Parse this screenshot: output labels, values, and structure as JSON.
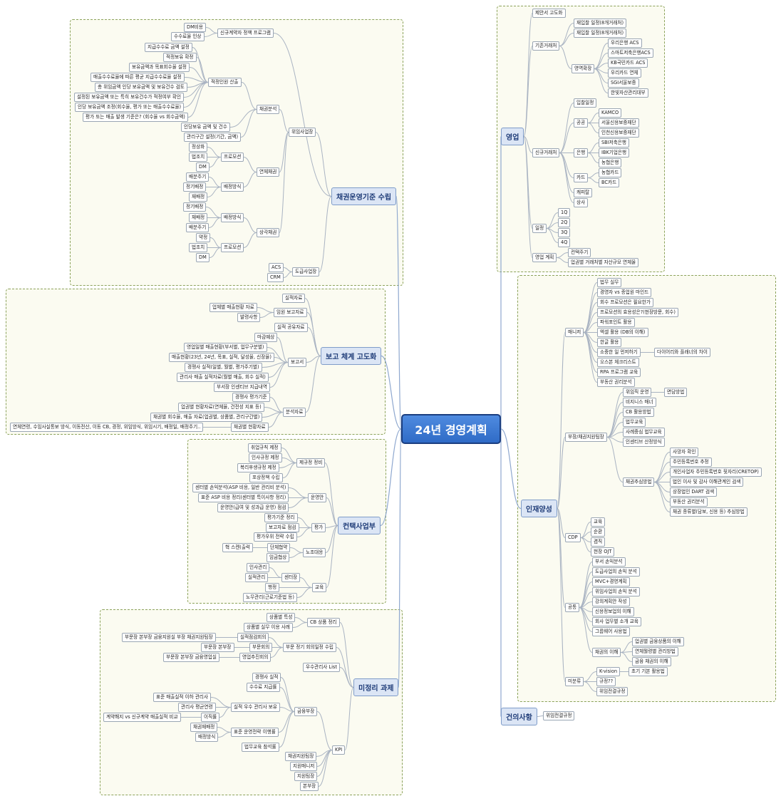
{
  "root": "24년 경영계획",
  "branches": [
    {
      "label": "채권운영기준 수립",
      "children": [
        {
          "label": "신규계약자 정책 프로그램",
          "children": [
            {
              "label": "DM비용"
            },
            {
              "label": "수수료율 인상"
            }
          ]
        },
        {
          "label": "위임사업장",
          "children": [
            {
              "label": "채권분석",
              "children": [
                {
                  "label": "적정인원 산출",
                  "children": [
                    {
                      "label": "지급수수료 금액 설정"
                    },
                    {
                      "label": "적정보유 확정"
                    },
                    {
                      "label": "보유금액과 목표회수율 설정"
                    },
                    {
                      "label": "매출수수료율에 따른 평균 지급수수료율 설정"
                    },
                    {
                      "label": "총 위임금액 인당 보유금액 및 보유건수 검토"
                    },
                    {
                      "label": "설정된 보유금액 또는 특히 보유건수가 적정여부 확인"
                    },
                    {
                      "label": "인당 보유금액 조정(회수율, 평가 또는 매출수수료율)"
                    },
                    {
                      "label": "평가 또는 매출 발생 기준은? (회수율 vs 회수금액)"
                    }
                  ]
                },
                {
                  "label": "인당보유 금액 및 건수"
                },
                {
                  "label": "관리구간 설정(기간, 금액)"
                }
              ]
            },
            {
              "label": "연체채권",
              "children": [
                {
                  "label": "프로모션",
                  "children": [
                    {
                      "label": "정상화"
                    },
                    {
                      "label": "법조치"
                    },
                    {
                      "label": "DM"
                    }
                  ]
                },
                {
                  "label": "배정방식",
                  "children": [
                    {
                      "label": "배분주기"
                    },
                    {
                      "label": "정기배정"
                    },
                    {
                      "label": "재배정"
                    }
                  ]
                }
              ]
            },
            {
              "label": "상각채권",
              "children": [
                {
                  "label": "배정방식",
                  "children": [
                    {
                      "label": "정기배정"
                    },
                    {
                      "label": "재배정"
                    },
                    {
                      "label": "배분주기"
                    }
                  ]
                },
                {
                  "label": "프로모션",
                  "children": [
                    {
                      "label": "약정"
                    },
                    {
                      "label": "법조치"
                    },
                    {
                      "label": "DM"
                    }
                  ]
                }
              ]
            }
          ]
        },
        {
          "label": "도급사업장",
          "children": [
            {
              "label": "ACS"
            },
            {
              "label": "CRM"
            }
          ]
        }
      ]
    },
    {
      "label": "보고 체계 고도화",
      "children": [
        {
          "label": "실적자료"
        },
        {
          "label": "임원 보고자료",
          "children": [
            {
              "label": "업체별 매출현황 자료"
            },
            {
              "label": "발령사항"
            }
          ]
        },
        {
          "label": "실적 공유자료"
        },
        {
          "label": "보고서",
          "children": [
            {
              "label": "마감예상"
            },
            {
              "label": "영업일별 매출현황(부서별, 업무구분별)"
            },
            {
              "label": "매출현황(23년, 24년, 목표, 실적, 달성율, 신장율)"
            },
            {
              "label": "경쟁사 실적(일별, 월별, 평가주기별)"
            },
            {
              "label": "관리사 매출 실적자료(월별 매출, 회수 실적)"
            },
            {
              "label": "부서장 인센티브 지급내역"
            }
          ]
        },
        {
          "label": "분석자료",
          "children": [
            {
              "label": "경쟁사 평가기준"
            },
            {
              "label": "업권별 현황자료(연체율, 건전성 지표 등)"
            },
            {
              "label": "채권별 회수율, 매출 자료(업권별, 상품별, 관리구간별)"
            },
            {
              "label": "채권별 현황자료",
              "children": [
                {
                  "label": "연체연령, 수임사실통보 방식, 이동전산, 이동 CB, 경정, 위임방식, 위임시기, 배정일, 배정주기.."
                }
              ]
            }
          ]
        }
      ]
    },
    {
      "label": "컨택사업부",
      "children": [
        {
          "label": "제규정 정비",
          "children": [
            {
              "label": "취업규칙 제정"
            },
            {
              "label": "인사규정 제정"
            },
            {
              "label": "복리후생규정 제정"
            },
            {
              "label": "포상정책 수립"
            }
          ]
        },
        {
          "label": "운영안",
          "children": [
            {
              "label": "센터별 손익분석(ASP 비용, 일반 관리비 분석)"
            },
            {
              "label": "표준 ASP 비용 정리(센터별 특이사항 정리)"
            },
            {
              "label": "운영안(급여 및 성과급 운영) 점검"
            }
          ]
        },
        {
          "label": "평가",
          "children": [
            {
              "label": "평가기준 정리"
            },
            {
              "label": "보고자료 점검"
            },
            {
              "label": "평가우위 전략 수립"
            }
          ]
        },
        {
          "label": "노조대응",
          "children": [
            {
              "label": "단체협약",
              "children": [
                {
                  "label": "혁 스켄(출력"
                }
              ]
            },
            {
              "label": "임금협상"
            }
          ]
        },
        {
          "label": "교육",
          "children": [
            {
              "label": "센터장",
              "children": [
                {
                  "label": "인사관리"
                },
                {
                  "label": "실적관리"
                }
              ]
            },
            {
              "label": "행정"
            },
            {
              "label": "노무관리(근로기준법 등)"
            }
          ]
        }
      ]
    },
    {
      "label": "미정리 과제",
      "children": [
        {
          "label": "CB 상품 정리",
          "children": [
            {
              "label": "상품별 특성"
            },
            {
              "label": "상품별 실무 이용 사례"
            }
          ]
        },
        {
          "label": "부문 정기 회의일정 수립",
          "children": [
            {
              "label": "실적점검회의",
              "children": [
                {
                  "label": "부문장 본부장 금융지원실 부장 채권지원팀장"
                }
              ]
            },
            {
              "label": "부문회의",
              "children": [
                {
                  "label": "부문장 본부장"
                }
              ]
            },
            {
              "label": "영업추진회의",
              "children": [
                {
                  "label": "부문장 본부장 금융영업실"
                }
              ]
            }
          ]
        },
        {
          "label": "우수관리사 List"
        },
        {
          "label": "KPI",
          "children": [
            {
              "label": "금융부장",
              "children": [
                {
                  "label": "경쟁사 실적"
                },
                {
                  "label": "수수료 지급률"
                },
                {
                  "label": "실적 우수 관리사 보유",
                  "children": [
                    {
                      "label": "표준 매출실적 이하 관리사"
                    },
                    {
                      "label": "관리사 평균연령"
                    },
                    {
                      "label": "이직률",
                      "children": [
                        {
                          "label": "계약해지 vs 신규계약 매출실적 비교"
                        }
                      ]
                    }
                  ]
                },
                {
                  "label": "표준 운영전략 이행률",
                  "children": [
                    {
                      "label": "채권재배정"
                    },
                    {
                      "label": "배정방식"
                    }
                  ]
                },
                {
                  "label": "법무교육 참석률"
                }
              ]
            },
            {
              "label": "채권지원팀장"
            },
            {
              "label": "지원매니저"
            },
            {
              "label": "지원팀장"
            },
            {
              "label": "본부장"
            }
          ]
        }
      ]
    },
    {
      "label": "영업",
      "children": [
        {
          "label": "제안서 고도화"
        },
        {
          "label": "기존거래처",
          "children": [
            {
              "label": "재입찰 일정(8개거래처)"
            },
            {
              "label": "재입찰 일정(8개거래처)"
            },
            {
              "label": "영역확장",
              "children": [
                {
                  "label": "우리은행 ACS"
                },
                {
                  "label": "스마트저축은행ACS"
                },
                {
                  "label": "KB국민카드 ACS"
                },
                {
                  "label": "우리카드 연체"
                },
                {
                  "label": "SGI서울보증"
                },
                {
                  "label": "한빛자산관리대부"
                }
              ]
            }
          ]
        },
        {
          "label": "신규거래처",
          "children": [
            {
              "label": "입찰일정"
            },
            {
              "label": "공공",
              "children": [
                {
                  "label": "KAMCO"
                },
                {
                  "label": "서울신용보증재단"
                },
                {
                  "label": "인천신용보증재단"
                }
              ]
            },
            {
              "label": "은행",
              "children": [
                {
                  "label": "SBI저축은행"
                },
                {
                  "label": "IBK기업은행"
                },
                {
                  "label": "농협은행"
                }
              ]
            },
            {
              "label": "카드",
              "children": [
                {
                  "label": "농협카드"
                },
                {
                  "label": "BC카드"
                }
              ]
            },
            {
              "label": "캐피탈"
            },
            {
              "label": "상사"
            }
          ]
        },
        {
          "label": "일정",
          "children": [
            {
              "label": "1Q"
            },
            {
              "label": "2Q"
            },
            {
              "label": "3Q"
            },
            {
              "label": "4Q"
            }
          ]
        },
        {
          "label": "영업 계획",
          "children": [
            {
              "label": "컨택주기"
            },
            {
              "label": "업권별 거래처별 자산규모 연체율"
            }
          ]
        }
      ]
    },
    {
      "label": "인재양성",
      "children": [
        {
          "label": "매니저",
          "children": [
            {
              "label": "법무 실무"
            },
            {
              "label": "경영자 vs 종업원 마인드"
            },
            {
              "label": "회수 프로모션은 필요한가"
            },
            {
              "label": "프로모션의 효용성은?(현장방문, 회수)"
            },
            {
              "label": "파워포인트 활용"
            },
            {
              "label": "엑셀 활용 (DB의 이해)"
            },
            {
              "label": "한글 활용"
            },
            {
              "label": "소중한 일 먼저하기",
              "children": [
                {
                  "label": "다이어리와 플래너의 차이"
                }
              ]
            },
            {
              "label": "오스본 체크리스트"
            },
            {
              "label": "RPA 프로그램 교육"
            },
            {
              "label": "부동산 권리분석"
            }
          ]
        },
        {
          "label": "부장/채권지원팀장",
          "children": [
            {
              "label": "위임직 운영",
              "children": [
                {
                  "label": "면담방법"
                }
              ]
            },
            {
              "label": "비지니스 매너"
            },
            {
              "label": "CB 활용방법"
            },
            {
              "label": "법무교육"
            },
            {
              "label": "사례중심 법무교육"
            },
            {
              "label": "인센티브 산정방식"
            },
            {
              "label": "채권추심방법",
              "children": [
                {
                  "label": "사망자 확인"
                },
                {
                  "label": "주민등록번호 추정"
                },
                {
                  "label": "개인사업자 주민등록번호 뒷자리(CRETOP)"
                },
                {
                  "label": "법인 이사 및 감사 이해관계인 검색"
                },
                {
                  "label": "상장법인 DART 검색"
                },
                {
                  "label": "부동산 권리분석"
                },
                {
                  "label": "채권 종류별(담보, 신용 등) 추심방법"
                }
              ]
            }
          ]
        },
        {
          "label": "CDP",
          "children": [
            {
              "label": "교육"
            },
            {
              "label": "순환"
            },
            {
              "label": "겸직"
            },
            {
              "label": "현장 OJT"
            }
          ]
        },
        {
          "label": "공통",
          "children": [
            {
              "label": "부서 손익분석"
            },
            {
              "label": "도급사업의 손익 분석"
            },
            {
              "label": "MVC+경영계획"
            },
            {
              "label": "위임사업의 손익 분석"
            },
            {
              "label": "강의계획안 작성"
            },
            {
              "label": "신용정보업의 이해"
            },
            {
              "label": "회사 업무별 소개 교육"
            },
            {
              "label": "그룹웨어 사용법"
            },
            {
              "label": "채권의 이해",
              "children": [
                {
                  "label": "업권별 금융상품의 이해"
                },
                {
                  "label": "연체월령별 관리방법"
                },
                {
                  "label": "금융 채권의 이해"
                }
              ]
            }
          ]
        },
        {
          "label": "미분류",
          "children": [
            {
              "label": "K-vision",
              "children": [
                {
                  "label": "초기 기본 활용법"
                }
              ]
            },
            {
              "label": "규정??"
            },
            {
              "label": "위임전결규정"
            }
          ]
        }
      ]
    },
    {
      "label": "건의사항",
      "children": [
        {
          "label": "위임전결규정"
        }
      ]
    }
  ]
}
